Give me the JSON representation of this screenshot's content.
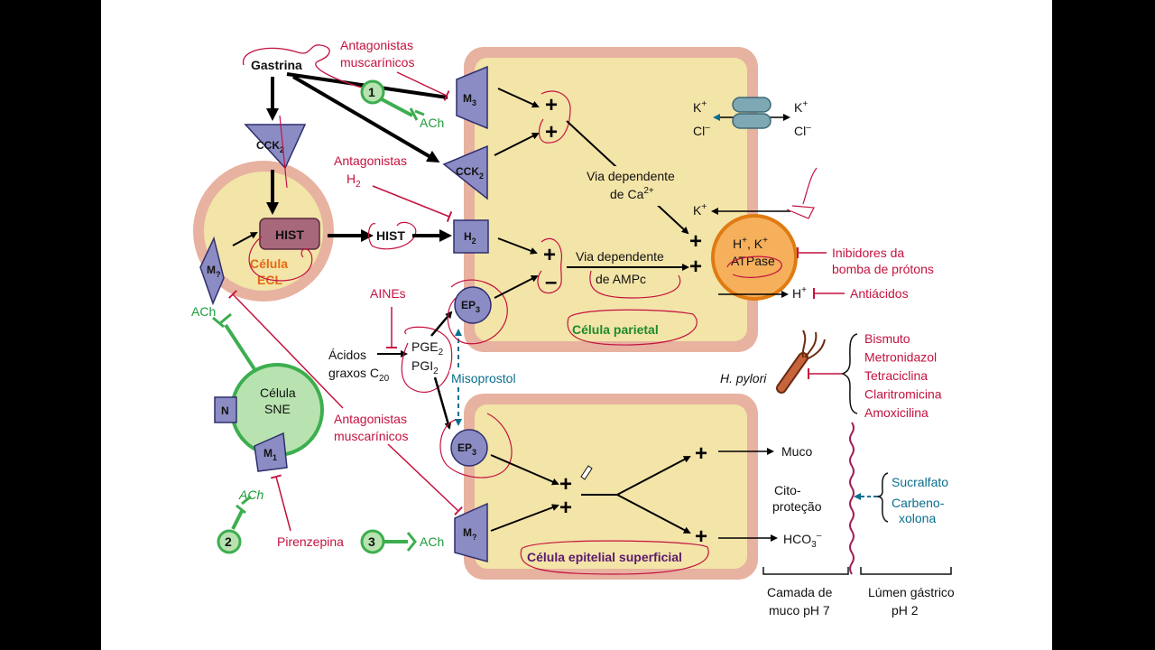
{
  "labels": {
    "gastrina": "Gastrina",
    "antag_musc_top_1": "Antagonistas",
    "antag_musc_top_2": "muscarínicos",
    "antag_h2_1": "Antagonistas",
    "antag_h2_2": "H",
    "antag_h2_sub": "2",
    "antag_musc_bot_1": "Antagonistas",
    "antag_musc_bot_2": "muscarínicos",
    "aines": "AINEs",
    "acidos_1": "Ácidos",
    "acidos_2": "graxos C",
    "acidos_sub": "20",
    "pge": "PGE",
    "pge_sub": "2",
    "pgi": "PGI",
    "pgi_sub": "2",
    "misoprostol": "Misoprostol",
    "celula_ecl_1": "Célula",
    "celula_ecl_2": "ECL",
    "hist_in_cell": "HIST",
    "hist_free": "HIST",
    "celula_sne_1": "Célula",
    "celula_sne_2": "SNE",
    "n_label": "N",
    "ach_1": "ACh",
    "ach_2": "ACh",
    "ach_3": "ACh",
    "ach_4": "ACh",
    "num_1": "1",
    "num_2": "2",
    "num_3": "3",
    "pirenzepina": "Pirenzepina",
    "via_ca_1": "Via dependente",
    "via_ca_2": "de Ca",
    "via_ca_sup": "2+",
    "via_ampc_1": "Via dependente",
    "via_ampc_2": "de AMPc",
    "celula_parietal": "Célula parietal",
    "celula_epitelial": "Célula epitelial superficial",
    "k_left": "K",
    "cl_left": "Cl",
    "k_right": "K",
    "cl_right": "Cl",
    "k_pump_out": "K",
    "h_out": "H",
    "atpase_1": "H",
    "atpase_1b": ", K",
    "atpase_2": "ATPase",
    "inibidores_1": "Inibidores da",
    "inibidores_2": "bomba de prótons",
    "antiacidos": "Antiácidos",
    "h_pylori": "H. pylori",
    "muco": "Muco",
    "hco3": "HCO",
    "hco3_sub": "3",
    "citoprotecao_1": "Cito-",
    "citoprotecao_2": "proteção",
    "sucralfato": "Sucralfato",
    "carbeno_1": "Carbeno-",
    "carbeno_2": "xolona",
    "camada_1": "Camada de",
    "camada_2": "muco pH 7",
    "lumen_1": "Lúmen gástrico",
    "lumen_2": "pH 2"
  },
  "receptors": {
    "m3": "M",
    "m3_sub": "3",
    "cck2_top": "CCK",
    "cck2_top_sub": "2",
    "cck2_parietal": "CCK",
    "cck2_parietal_sub": "2",
    "h2": "H",
    "h2_sub": "2",
    "ep3_top": "EP",
    "ep3_top_sub": "3",
    "ep3_bot": "EP",
    "ep3_bot_sub": "3",
    "m_ecl": "M",
    "m_ecl_sub": "?",
    "m1": "M",
    "m1_sub": "1",
    "m_epi": "M",
    "m_epi_sub": "?"
  },
  "antibiotics": [
    "Bismuto",
    "Metronidazol",
    "Tetraciclina",
    "Claritromicina",
    "Amoxicilina"
  ],
  "colors": {
    "cell_fill": "#f3e4a8",
    "cell_border": "#e7b2a0",
    "receptor": "#8c8cc4",
    "inhibitor": "#c4123f",
    "neuron": "#3dae4f",
    "atpase": "#f6b05c",
    "blue_arrow": "#0a6f8f"
  }
}
